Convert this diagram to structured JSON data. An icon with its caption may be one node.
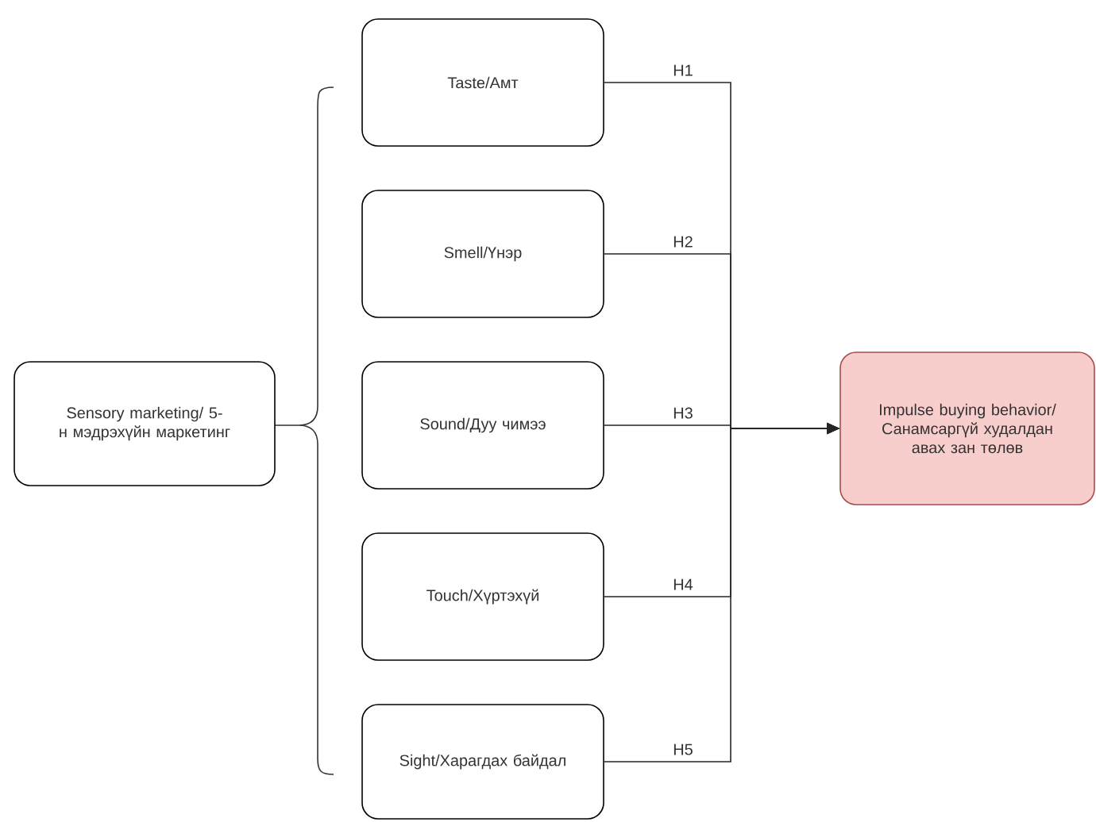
{
  "diagram": {
    "nodes": [
      {
        "text": [
          "Sensory marketing/ 5-н мэдрэхүйн маркетинг"
        ]
      },
      {
        "text": [
          "Taste/Амт"
        ]
      },
      {
        "text": [
          "Smell/Үнэр"
        ]
      },
      {
        "text": [
          "Sound/Дуу чимээ"
        ]
      },
      {
        "text": [
          "Touch/Хүртэхүй"
        ]
      },
      {
        "text": [
          "Sight/Харагдах байдал"
        ]
      },
      {
        "text": [
          "Impulse buying behavior/ Санамсаргүй худалдан авах зан төлөв"
        ]
      }
    ],
    "edges": [
      {
        "from": 1,
        "to": 6,
        "arrow": "to",
        "label": "H1"
      },
      {
        "from": 2,
        "to": 6,
        "arrow": "to",
        "label": "H2"
      },
      {
        "from": 3,
        "to": 6,
        "arrow": "to",
        "label": "H3"
      },
      {
        "from": 4,
        "to": 6,
        "arrow": "to",
        "label": "H4"
      },
      {
        "from": 5,
        "to": 6,
        "arrow": "to",
        "label": "H5"
      }
    ]
  }
}
